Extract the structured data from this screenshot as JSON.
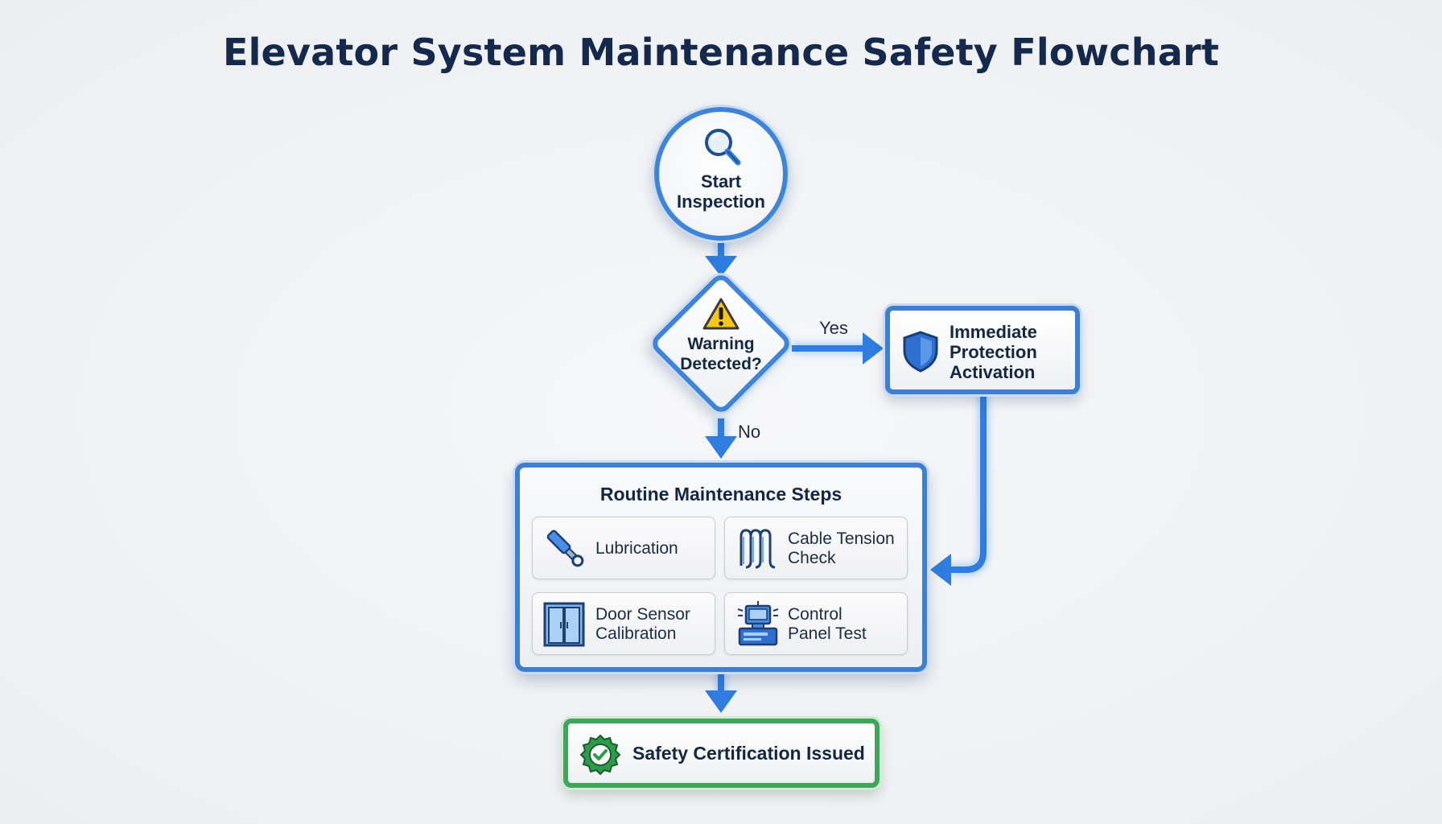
{
  "title": "Elevator System Maintenance Safety Flowchart",
  "nodes": {
    "start": {
      "label": "Start\nInspection",
      "icon": "magnifier-icon"
    },
    "decision": {
      "label": "Warning\nDetected?",
      "icon": "warning-icon"
    },
    "protection": {
      "label": "Immediate\nProtection\nActivation",
      "icon": "shield-icon"
    },
    "routine": {
      "title": "Routine Maintenance Steps",
      "steps": [
        {
          "label": "Lubrication",
          "icon": "oil-can-icon"
        },
        {
          "label": "Cable Tension\nCheck",
          "icon": "cable-coil-icon"
        },
        {
          "label": "Door Sensor\nCalibration",
          "icon": "elevator-door-icon"
        },
        {
          "label": "Control\nPanel Test",
          "icon": "control-panel-icon"
        }
      ]
    },
    "certification": {
      "label": "Safety Certification Issued",
      "icon": "check-badge-icon"
    }
  },
  "edges": {
    "yes_label": "Yes",
    "no_label": "No"
  },
  "colors": {
    "primary": "#3f84d8",
    "success": "#3fa55a",
    "warning": "#f5c518",
    "text": "#132744"
  }
}
